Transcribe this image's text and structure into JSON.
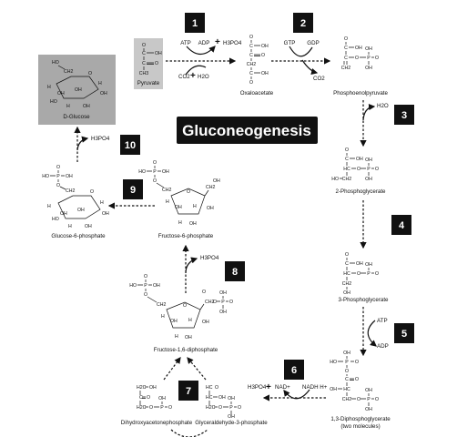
{
  "title": "Gluconeogenesis",
  "steps": [
    "1",
    "2",
    "3",
    "4",
    "5",
    "6",
    "7",
    "8",
    "9",
    "10"
  ],
  "compounds": {
    "pyruvate": "Pyruvate",
    "oxaloacetate": "Oxaloacetate",
    "pep": "Phosphoenolpyruvate",
    "pg2": "2-Phosphoglycerate",
    "pg3": "3-Phosphoglycerate",
    "bpg": "1,3-Diphosphoglycerate",
    "bpg_note": "(two molecules)",
    "gap": "Glyceraldehyde-3-phosphate",
    "dhap": "Dihydroxyacetonephosphate",
    "f16bp": "Fructose-1,6-diphosphate",
    "f6p": "Fructose-6-phosphate",
    "g6p": "Glucose-6-phosphate",
    "glucose": "D-Glucose"
  },
  "cofactors": {
    "atp1": "ATP",
    "adp1": "ADP",
    "plus1": "+",
    "h3po4_1": "H3PO4",
    "co2_1": "CO2",
    "plus1b": "+",
    "h2o_1": "H2O",
    "gtp": "GTP",
    "gdp": "GDP",
    "co2_2": "CO2",
    "h2o_3": "H2O",
    "atp5": "ATP",
    "adp5": "ADP",
    "h3po4_6": "H3PO4",
    "plus6": "+",
    "nad": "NAD+",
    "nadh": "NADH H+",
    "h3po4_8": "H3PO4",
    "h3po4_10": "H3PO4"
  },
  "atoms": {
    "O": "O",
    "OH": "OH",
    "HO": "HO",
    "C": "C",
    "P": "P",
    "H": "H",
    "CH2": "CH2",
    "CH3": "CH3",
    "CH": "CH",
    "H2C": "H2C",
    "HC": "HC"
  },
  "colors": {
    "title_bg": "#111111",
    "step_bg": "#111111",
    "pyruvate_bg": "#c8c8c8",
    "glucose_bg": "#a9a9a9",
    "ink": "#111111"
  }
}
